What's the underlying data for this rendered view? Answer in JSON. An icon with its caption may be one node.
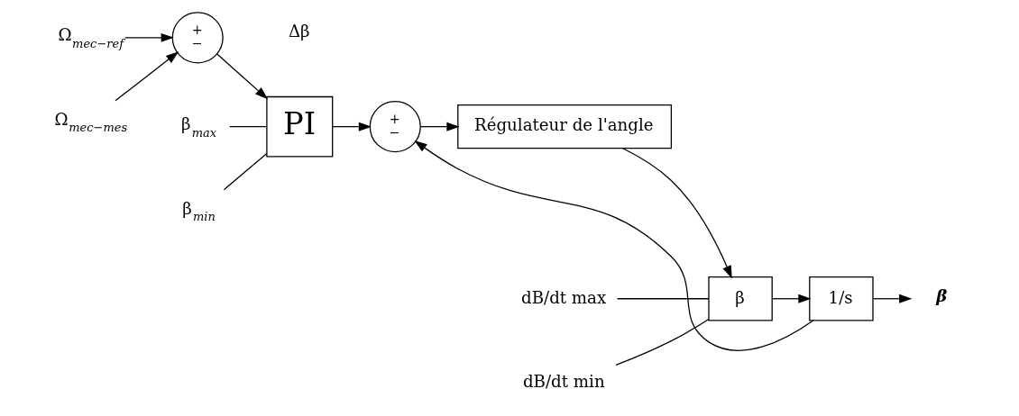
{
  "diagram": {
    "nodes": [
      {
        "text": [
          "Ω$_{mec−ref}$"
        ]
      },
      {
        "text": [
          "+",
          "−"
        ]
      },
      {
        "text": [
          "Ω$_{mec−mes}$"
        ]
      },
      {
        "text": [
          "PI"
        ]
      },
      {
        "text": [
          "β$_{max}$"
        ]
      },
      {
        "text": [
          "β$_{min}$"
        ]
      },
      {
        "text": [
          "+",
          "−"
        ]
      },
      {
        "text": [
          "Régulateur de l'angle"
        ]
      },
      {
        "text": [
          "β"
        ]
      },
      {
        "text": [
          "dB/dt max"
        ]
      },
      {
        "text": [
          "dB/dt min"
        ]
      },
      {
        "text": [
          "1/s"
        ]
      },
      {
        "text": [
          "β"
        ]
      }
    ],
    "edges": [
      {
        "from": 0,
        "to": 1,
        "arrow": "to"
      },
      {
        "from": 2,
        "to": 1,
        "arrow": "to"
      },
      {
        "from": 1,
        "to": 3,
        "arrow": "to"
      },
      {
        "from": 4,
        "to": 3,
        "arrow": "none"
      },
      {
        "from": 5,
        "to": 3,
        "arrow": "none"
      },
      {
        "from": 3,
        "to": 6,
        "arrow": "to"
      },
      {
        "from": 6,
        "to": 7,
        "arrow": "to"
      },
      {
        "from": 7,
        "to": 8,
        "arrow": "to"
      },
      {
        "from": 9,
        "to": 8,
        "arrow": "none"
      },
      {
        "from": 10,
        "to": 8,
        "arrow": "none"
      },
      {
        "from": 8,
        "to": 11,
        "arrow": "to"
      },
      {
        "from": 11,
        "to": 12,
        "arrow": "to"
      },
      {
        "from": 11,
        "to": 6,
        "arrow": "to"
      }
    ],
    "labels": [
      "Δβ"
    ]
  }
}
